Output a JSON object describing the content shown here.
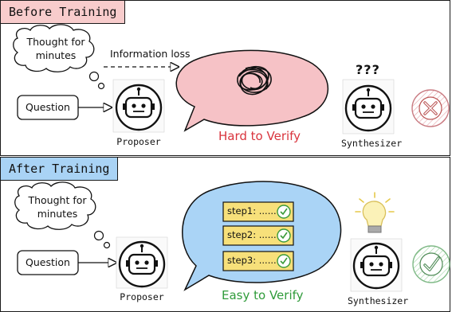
{
  "before": {
    "title": "Before Training",
    "thought": [
      "Thought for",
      "minutes"
    ],
    "info_loss": "Information loss",
    "question": "Question",
    "proposer": "Proposer",
    "verify": "Hard to Verify",
    "marks": "???",
    "synthesizer": "Synthesizer",
    "verify_color": "#d9343d"
  },
  "after": {
    "title": "After Training",
    "thought": [
      "Thought for",
      "minutes"
    ],
    "question": "Question",
    "steps": [
      "step1: ......",
      "step2: ......",
      "step3: ......"
    ],
    "proposer": "Proposer",
    "verify": "Easy to Verify",
    "synthesizer": "Synthesizer",
    "verify_color": "#2f9b3a"
  },
  "colors": {
    "before_badge": "#f8cccc",
    "after_badge": "#a9d3f5",
    "pink_bubble": "#f6c2c6",
    "blue_bubble": "#aad4f6",
    "step_fill": "#f7e07a"
  }
}
